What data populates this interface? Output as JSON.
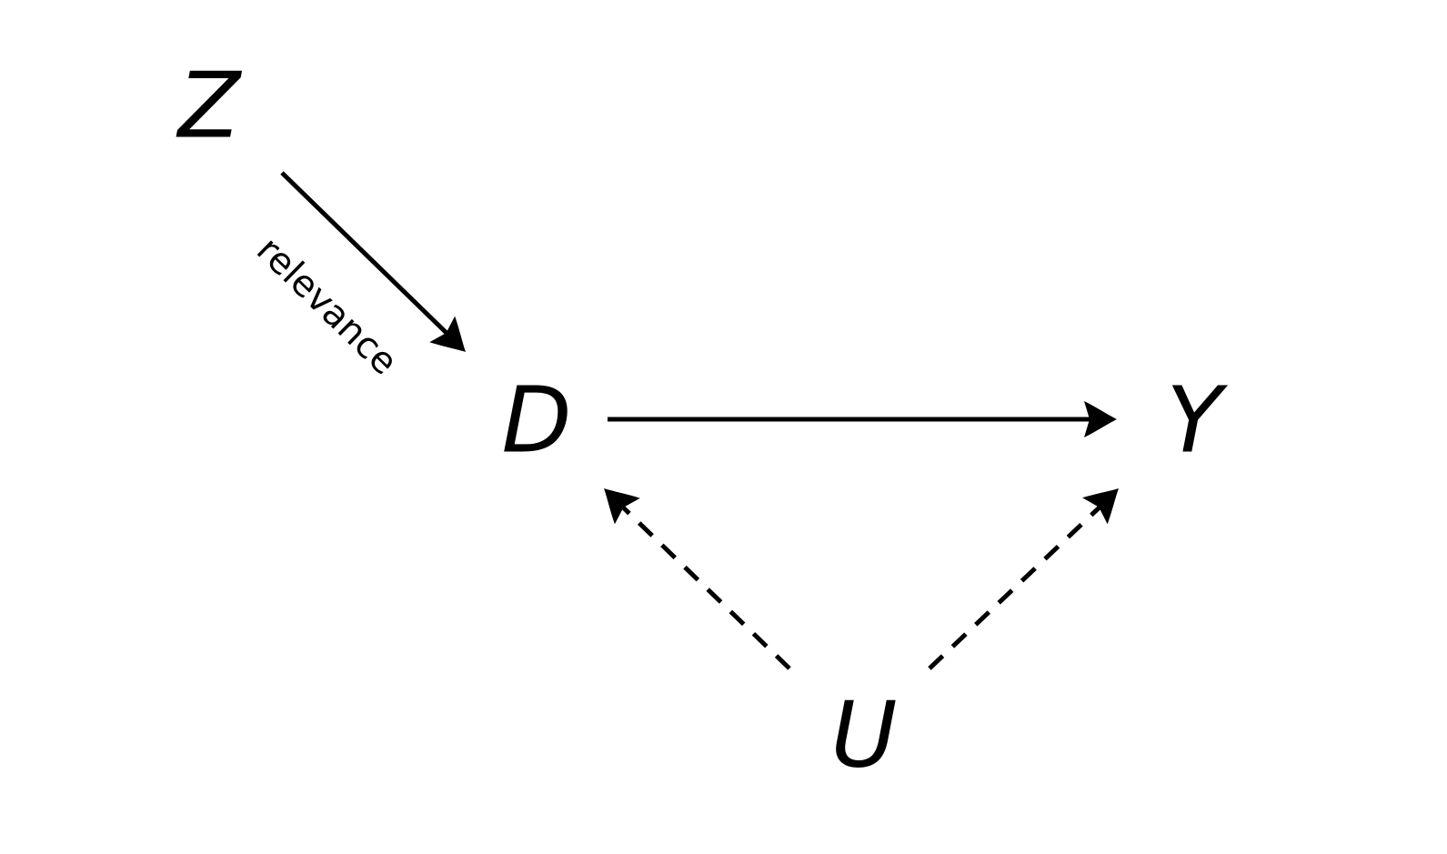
{
  "diagram": {
    "colors": {
      "ink": "#000000",
      "background": "#ffffff"
    },
    "nodes": [
      {
        "id": "Z",
        "label": "Z"
      },
      {
        "id": "D",
        "label": "D"
      },
      {
        "id": "Y",
        "label": "Y"
      },
      {
        "id": "U",
        "label": "U"
      }
    ],
    "edges": [
      {
        "id": "z-to-d",
        "from": "Z",
        "to": "D",
        "style": "solid",
        "label": "relevance"
      },
      {
        "id": "d-to-y",
        "from": "D",
        "to": "Y",
        "style": "solid",
        "label": ""
      },
      {
        "id": "u-to-d",
        "from": "U",
        "to": "D",
        "style": "dashed",
        "label": ""
      },
      {
        "id": "u-to-y",
        "from": "U",
        "to": "Y",
        "style": "dashed",
        "label": ""
      }
    ]
  }
}
